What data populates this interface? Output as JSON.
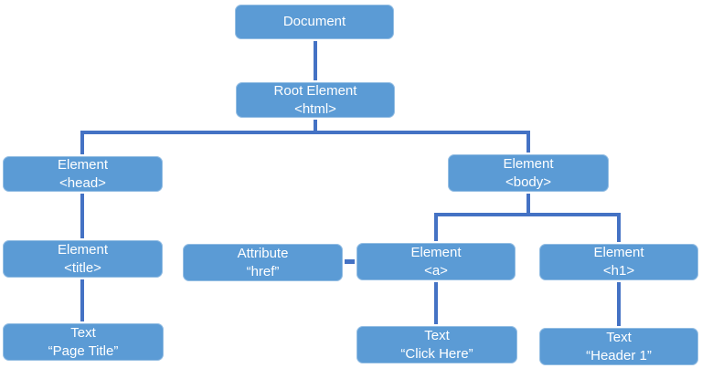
{
  "diagram": {
    "colors": {
      "node_fill": "#5B9BD5",
      "node_border": "#FFFFFF",
      "node_text": "#FFFFFF",
      "connector": "#4472C4"
    },
    "nodes": {
      "document": {
        "line1": "Document"
      },
      "root_html": {
        "line1": "Root Element",
        "line2": "<html>"
      },
      "head": {
        "line1": "Element",
        "line2": "<head>"
      },
      "title": {
        "line1": "Element",
        "line2": "<title>"
      },
      "page_title": {
        "line1": "Text",
        "line2": "“Page Title”"
      },
      "attr_href": {
        "line1": "Attribute",
        "line2": "“href”"
      },
      "anchor": {
        "line1": "Element",
        "line2": "<a>"
      },
      "click_here": {
        "line1": "Text",
        "line2": "“Click Here”"
      },
      "body": {
        "line1": "Element",
        "line2": "<body>"
      },
      "h1": {
        "line1": "Element",
        "line2": "<h1>"
      },
      "header_1": {
        "line1": "Text",
        "line2": "“Header 1”"
      }
    }
  }
}
